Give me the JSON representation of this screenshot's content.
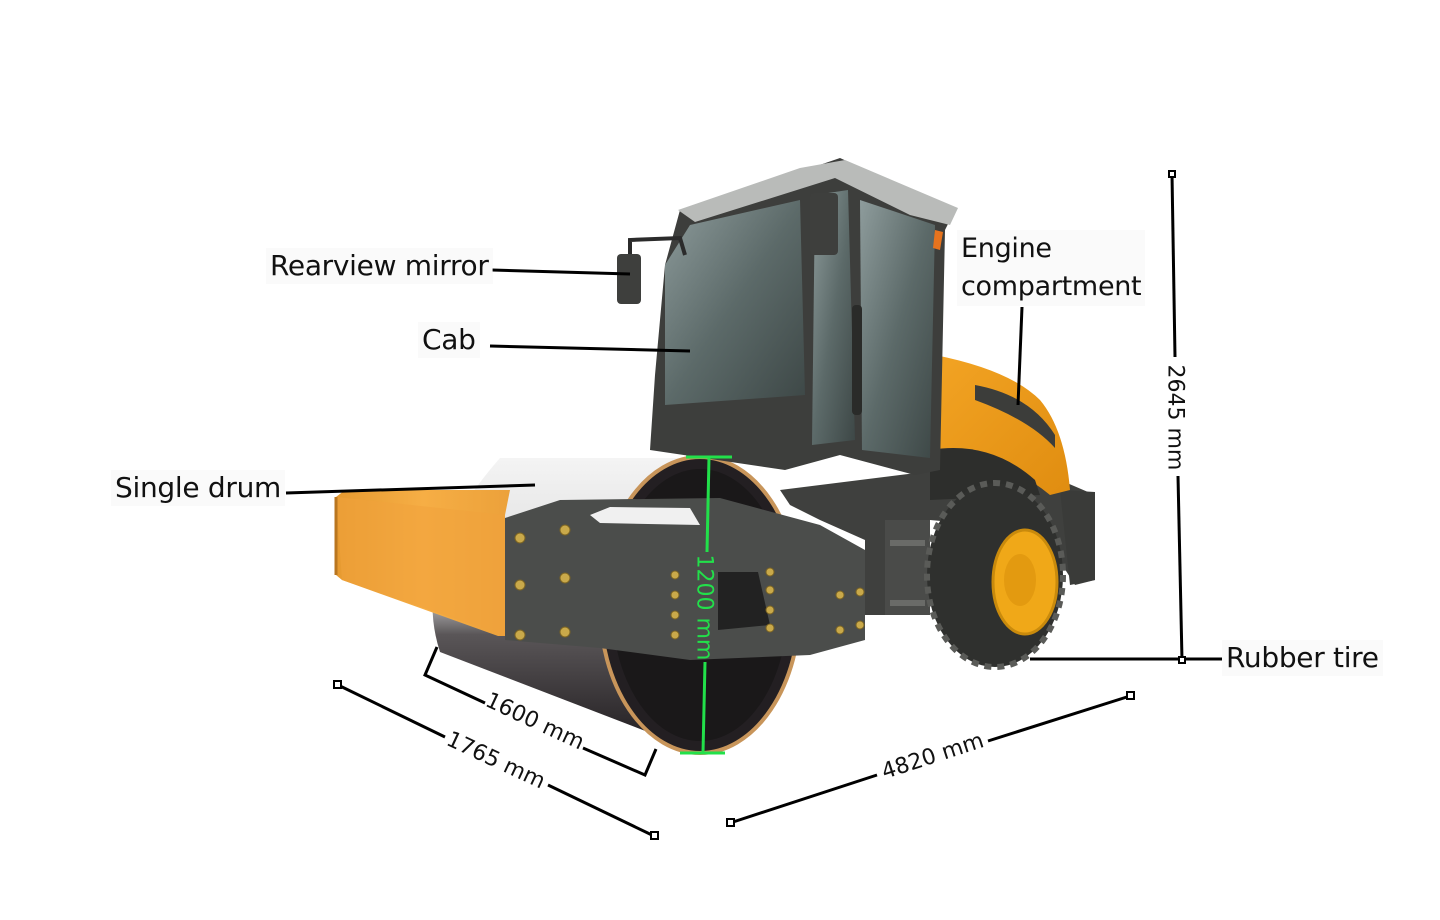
{
  "figure": {
    "subject": "Single drum road roller",
    "colors": {
      "body_yellow": "#f2a62a",
      "frame_dark": "#3f403e",
      "cab_glass": "#6f7d7b",
      "dimension_line": "#000000",
      "drum_height_line": "#22e04a",
      "rim_yellow": "#f0a818"
    }
  },
  "callouts": [
    {
      "id": "rearview-mirror",
      "label": "Rearview mirror"
    },
    {
      "id": "cab",
      "label": "Cab"
    },
    {
      "id": "engine-compartment",
      "label_line1": "Engine",
      "label_line2": "compartment"
    },
    {
      "id": "single-drum",
      "label": "Single drum"
    },
    {
      "id": "rubber-tire",
      "label": "Rubber tire"
    }
  ],
  "dimensions": {
    "overall_height": {
      "value": "2645 mm"
    },
    "drum_diameter": {
      "value": "1200 mm"
    },
    "drum_width": {
      "value": "1600 mm"
    },
    "overall_width": {
      "value": "1765 mm"
    },
    "overall_length": {
      "value": "4820 mm"
    }
  }
}
